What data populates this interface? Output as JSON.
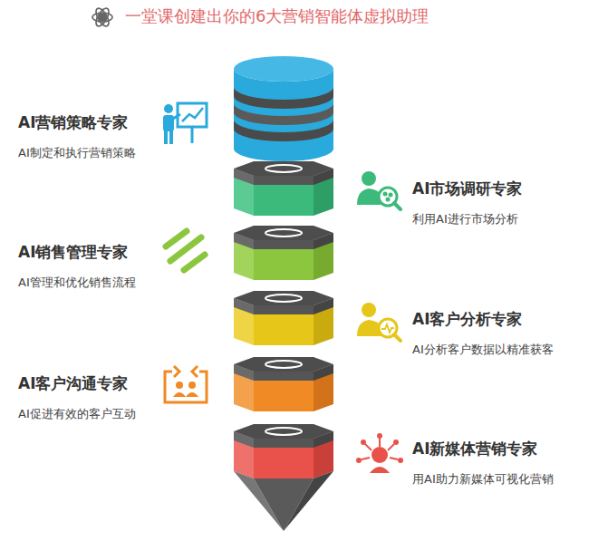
{
  "diagram": {
    "title": "一堂课创建出你的6大营销智能体虚拟助理",
    "nodes": [
      {
        "text": [
          "AI营销策略专家",
          "AI制定和执行营销策略"
        ]
      },
      {
        "text": [
          "AI市场调研专家",
          "利用AI进行市场分析"
        ]
      },
      {
        "text": [
          "AI销售管理专家",
          "AI管理和优化销售流程"
        ]
      },
      {
        "text": [
          "AI客户分析专家",
          "AI分析客户数据以精准获客"
        ]
      },
      {
        "text": [
          "AI客户沟通专家",
          "AI促进有效的客户互动"
        ]
      },
      {
        "text": [
          "AI新媒体营销专家",
          "用AI助力新媒体可视化营销"
        ]
      }
    ]
  }
}
